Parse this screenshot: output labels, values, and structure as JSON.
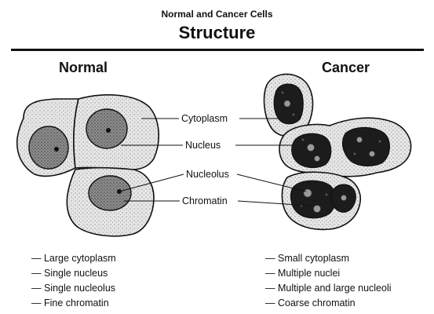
{
  "header": {
    "subtitle": "Normal and Cancer Cells",
    "title": "Structure"
  },
  "columns": {
    "normal": "Normal",
    "cancer": "Cancer"
  },
  "labels": {
    "cytoplasm": "Cytoplasm",
    "nucleus": "Nucleus",
    "nucleolus": "Nucleolus",
    "chromatin": "Chromatin"
  },
  "normal_traits": [
    "Large cytoplasm",
    "Single nucleus",
    "Single nucleolus",
    "Fine chromatin"
  ],
  "cancer_traits": [
    "Small cytoplasm",
    "Multiple nuclei",
    "Multiple and large nucleoli",
    "Coarse chromatin"
  ],
  "colors": {
    "ink": "#111111",
    "cytoplasm_fill": "#e4e4e4",
    "normal_nucleus_fill": "#8a8a8a",
    "cancer_nucleus_fill": "#1a1a1a"
  }
}
